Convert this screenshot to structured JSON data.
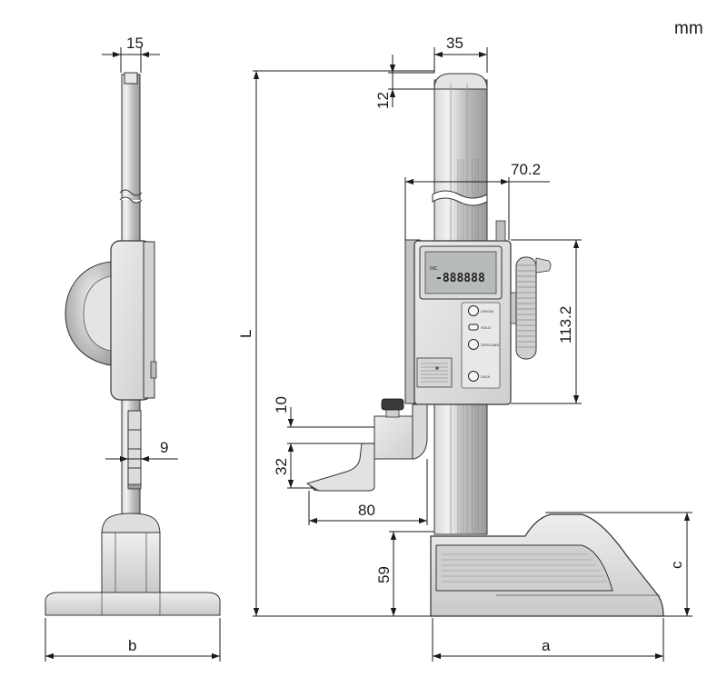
{
  "unit": "mm",
  "dimensions": {
    "side_width": "15",
    "beam_width": "35",
    "top_cap": "12",
    "head_depth": "70.2",
    "head_height": "113.2",
    "overall_length": "L",
    "clamp_offset": "10",
    "scriber_height": "32",
    "scriber_reach": "80",
    "slider_thickness": "9",
    "base_height": "59",
    "base_height_c": "c",
    "base_length": "a",
    "base_width": "b"
  },
  "display": {
    "reading": "-888888",
    "mode": "INC"
  },
  "buttons": [
    "ORIGIN",
    "HOLD",
    "ZERO/ABS",
    "DATA"
  ],
  "colors": {
    "line": "#1a1a1a",
    "metal_light": "#e6e6e6",
    "metal_mid": "#c8c8c8",
    "metal_dark": "#8a8a8a",
    "lcd": "#b8bcb8"
  }
}
